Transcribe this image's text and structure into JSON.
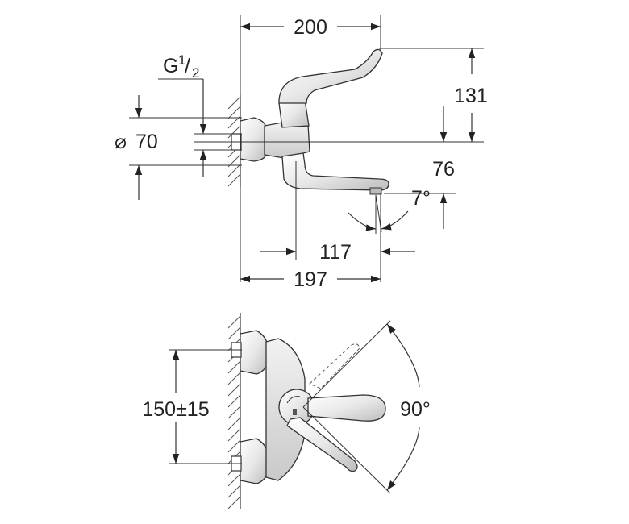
{
  "side_view": {
    "dim_total_width": "200",
    "thread_label": "G",
    "thread_num": "1",
    "thread_den": "2",
    "diameter_symbol": "⌀",
    "diameter_value": "70",
    "dim_height_top": "131",
    "dim_height_spout": "76",
    "dim_angle": "7°",
    "dim_spout_reach": "117",
    "dim_depth": "197"
  },
  "front_view": {
    "dim_spacing": "150±15",
    "dim_lever_angle": "90°"
  }
}
